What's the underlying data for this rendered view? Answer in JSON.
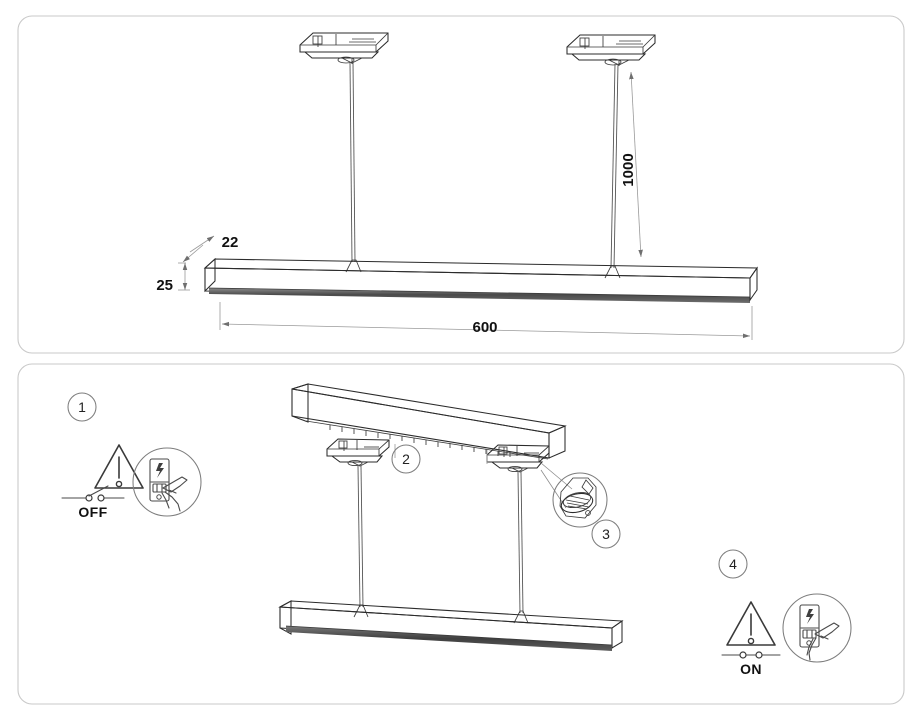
{
  "document": {
    "type": "installation-diagram",
    "product": "suspended linear track luminaire",
    "panels": [
      {
        "id": "dimensions-panel",
        "name": "dimensions"
      },
      {
        "id": "installation-panel",
        "name": "installation-steps"
      }
    ]
  },
  "dimensions": {
    "length": "600",
    "drop_height": "1000",
    "profile_width": "22",
    "profile_height": "25",
    "units_note": ""
  },
  "steps": [
    {
      "number": "1",
      "switch_state": "OFF",
      "warning_icon": "warning-triangle-icon",
      "action_icon": "hand-breaker-panel-icon"
    },
    {
      "number": "2",
      "switch_state": "",
      "warning_icon": "",
      "action_icon": ""
    },
    {
      "number": "3",
      "switch_state": "",
      "warning_icon": "",
      "action_icon": ""
    },
    {
      "number": "4",
      "switch_state": "ON",
      "warning_icon": "warning-triangle-icon",
      "action_icon": "hand-breaker-panel-icon"
    }
  ],
  "icons": {
    "warning": "warning-triangle-icon",
    "breaker": "breaker-panel-icon",
    "hand": "hand-icon",
    "bolt": "lightning-bolt-icon",
    "detail_circle": "magnified-detail-circle",
    "track_adapter": "track-adapter-icon",
    "suspension_cable": "suspension-cable-icon"
  },
  "colors": {
    "line": "#2b2b2b",
    "dim_line": "#9a9a9a",
    "panel_border": "#c9c9c9",
    "text": "#111111",
    "shade": "#5e5e5e"
  }
}
